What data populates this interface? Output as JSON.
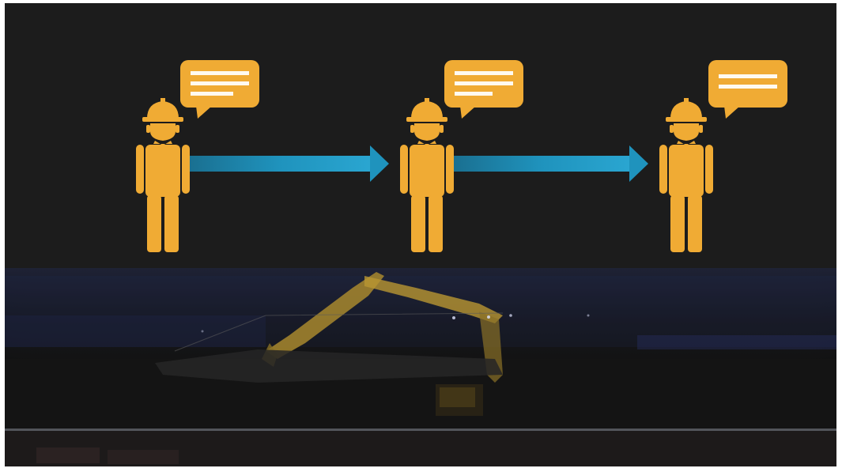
{
  "colors": {
    "worker": "#f0ab34",
    "bubble": "#f0ab34",
    "bubble_lines": "#fffaf0",
    "arrow": "#1f93bd",
    "background": "#1b1b1b",
    "excavator": "#b99632"
  },
  "diagram": {
    "workers": [
      {
        "icon": "construction-worker-icon",
        "bubble_icon": "speech-bubble-icon",
        "bubble_lines": 3
      },
      {
        "icon": "construction-worker-icon",
        "bubble_icon": "speech-bubble-icon",
        "bubble_lines": 3
      },
      {
        "icon": "construction-worker-icon",
        "bubble_icon": "speech-bubble-icon",
        "bubble_lines": 2
      }
    ],
    "arrows": [
      {
        "from": 1,
        "to": 2,
        "icon": "arrow-right-icon"
      },
      {
        "from": 2,
        "to": 3,
        "icon": "arrow-right-icon"
      }
    ],
    "background_photo": "night-construction-site-excavator"
  }
}
